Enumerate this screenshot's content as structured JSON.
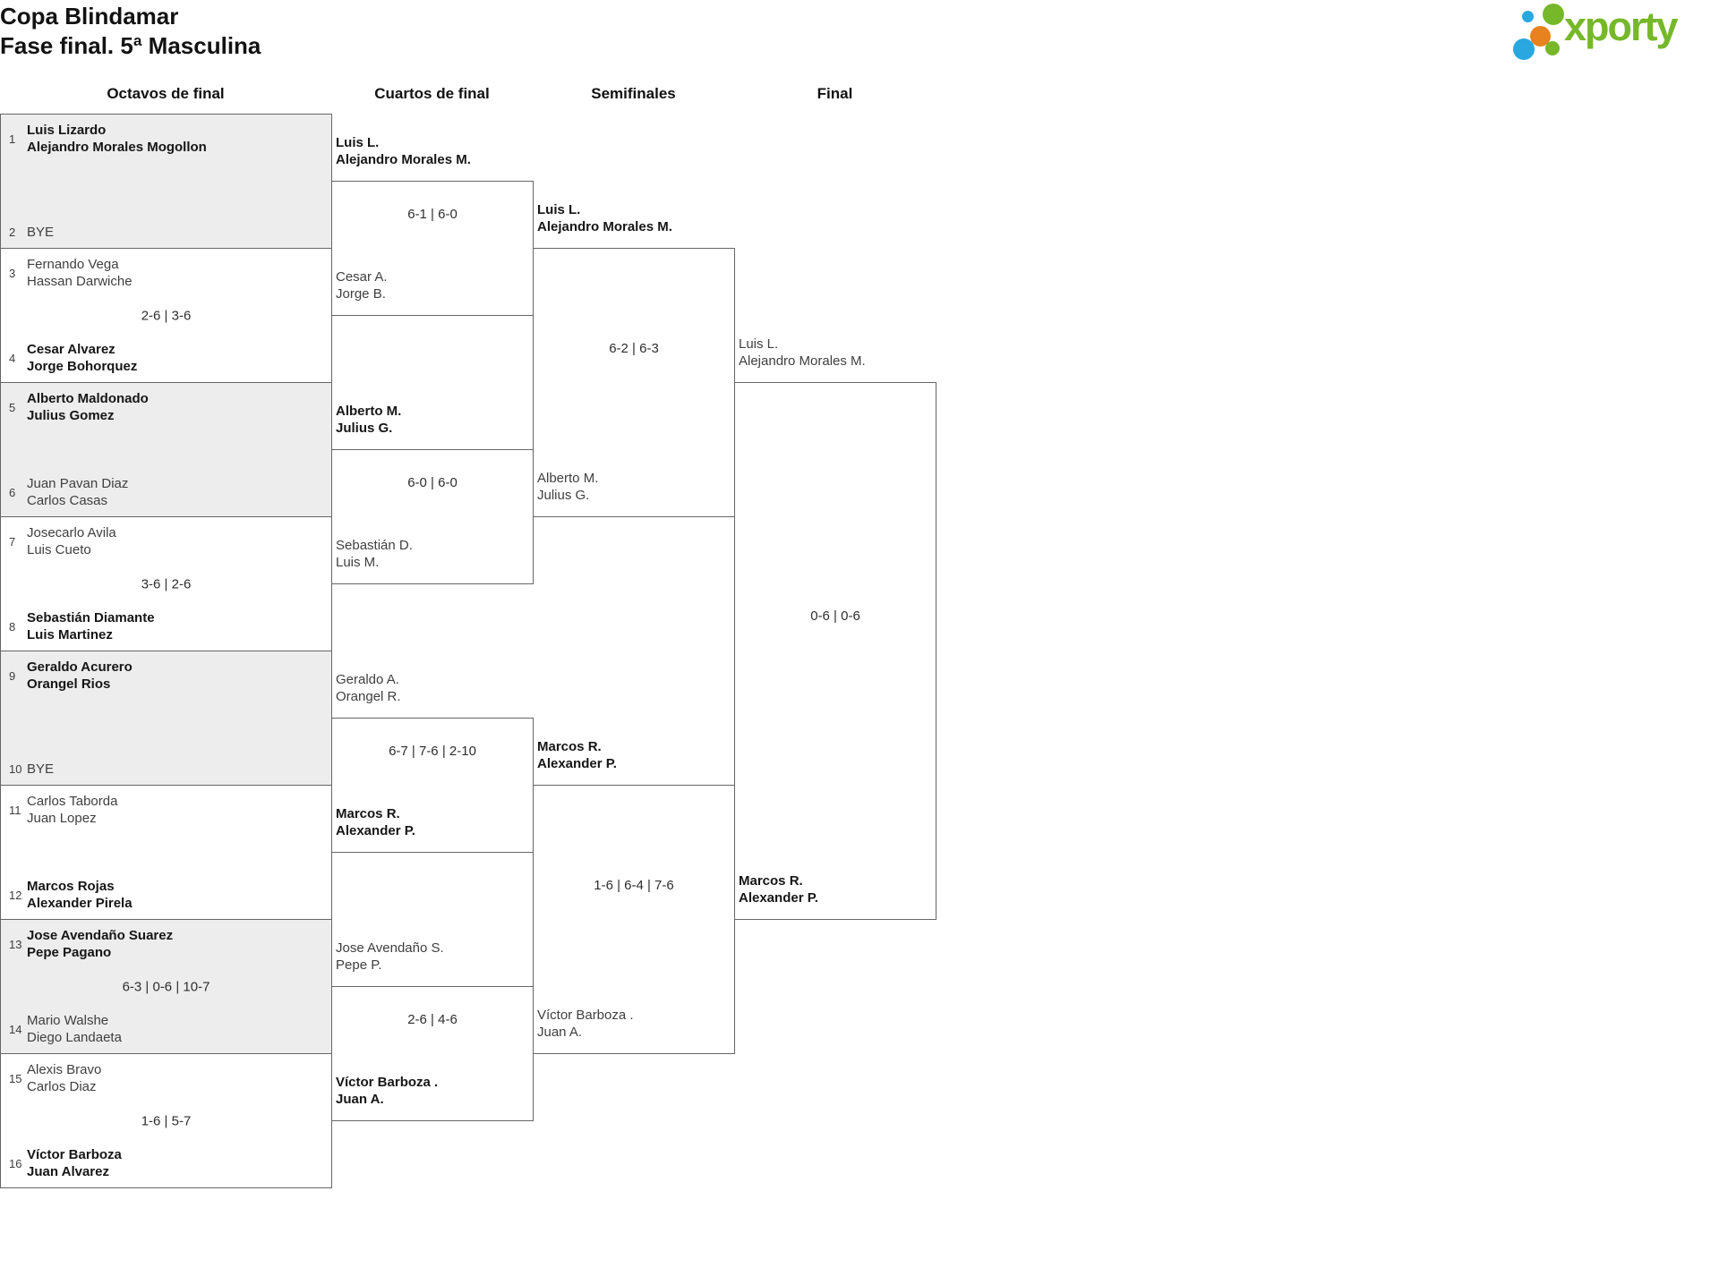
{
  "title": {
    "line1": "Copa Blindamar",
    "line2": "Fase final. 5ª Masculina"
  },
  "logo": {
    "text": "xporty",
    "green": "#76b82a",
    "blue": "#29a8e0",
    "orange": "#e8821f"
  },
  "rounds": {
    "r16": "Octavos de final",
    "qf": "Cuartos de final",
    "sf": "Semifinales",
    "f": "Final"
  },
  "octavos": [
    {
      "seed_a": "1",
      "team_a": [
        "Luis Lizardo",
        "Alejandro Morales Mogollon"
      ],
      "winner_a": true,
      "score": "",
      "seed_b": "2",
      "team_b": [
        "BYE"
      ],
      "winner_b": false
    },
    {
      "seed_a": "3",
      "team_a": [
        "Fernando Vega",
        "Hassan Darwiche"
      ],
      "winner_a": false,
      "score": "2-6 | 3-6",
      "seed_b": "4",
      "team_b": [
        "Cesar Alvarez",
        "Jorge Bohorquez"
      ],
      "winner_b": true
    },
    {
      "seed_a": "5",
      "team_a": [
        "Alberto Maldonado",
        "Julius Gomez"
      ],
      "winner_a": true,
      "score": "",
      "seed_b": "6",
      "team_b": [
        "Juan Pavan Diaz",
        "Carlos Casas"
      ],
      "winner_b": false
    },
    {
      "seed_a": "7",
      "team_a": [
        "Josecarlo Avila",
        "Luis Cueto"
      ],
      "winner_a": false,
      "score": "3-6 | 2-6",
      "seed_b": "8",
      "team_b": [
        "Sebastián Diamante",
        "Luis Martinez"
      ],
      "winner_b": true
    },
    {
      "seed_a": "9",
      "team_a": [
        "Geraldo Acurero",
        "Orangel Rios"
      ],
      "winner_a": true,
      "score": "",
      "seed_b": "10",
      "team_b": [
        "BYE"
      ],
      "winner_b": false
    },
    {
      "seed_a": "11",
      "team_a": [
        "Carlos Taborda",
        "Juan Lopez"
      ],
      "winner_a": false,
      "score": "",
      "seed_b": "12",
      "team_b": [
        "Marcos Rojas",
        "Alexander Pirela"
      ],
      "winner_b": true
    },
    {
      "seed_a": "13",
      "team_a": [
        "Jose Avendaño Suarez",
        "Pepe Pagano"
      ],
      "winner_a": true,
      "score": "6-3 | 0-6 | 10-7",
      "seed_b": "14",
      "team_b": [
        "Mario Walshe",
        "Diego Landaeta"
      ],
      "winner_b": false
    },
    {
      "seed_a": "15",
      "team_a": [
        "Alexis Bravo",
        "Carlos Diaz"
      ],
      "winner_a": false,
      "score": "1-6 | 5-7",
      "seed_b": "16",
      "team_b": [
        "Víctor Barboza",
        "Juan Alvarez"
      ],
      "winner_b": true
    }
  ],
  "cuartos": [
    {
      "team_a": [
        "Luis L.",
        "Alejandro Morales M."
      ],
      "winner_a": true,
      "score": "6-1 | 6-0",
      "team_b": [
        "Cesar A.",
        "Jorge B."
      ],
      "winner_b": false
    },
    {
      "team_a": [
        "Alberto M.",
        "Julius G."
      ],
      "winner_a": true,
      "score": "6-0 | 6-0",
      "team_b": [
        "Sebastián D.",
        "Luis M."
      ],
      "winner_b": false
    },
    {
      "team_a": [
        "Geraldo A.",
        "Orangel R."
      ],
      "winner_a": false,
      "score": "6-7 | 7-6 | 2-10",
      "team_b": [
        "Marcos R.",
        "Alexander P."
      ],
      "winner_b": true
    },
    {
      "team_a": [
        "Jose Avendaño S.",
        "Pepe P."
      ],
      "winner_a": false,
      "score": "2-6 | 4-6",
      "team_b": [
        "Víctor Barboza .",
        "Juan A."
      ],
      "winner_b": true
    }
  ],
  "semifinales": [
    {
      "team_a": [
        "Luis L.",
        "Alejandro Morales M."
      ],
      "winner_a": true,
      "score": "6-2 | 6-3",
      "team_b": [
        "Alberto M.",
        "Julius G."
      ],
      "winner_b": false
    },
    {
      "team_a": [
        "Marcos R.",
        "Alexander P."
      ],
      "winner_a": true,
      "score": "1-6 | 6-4 | 7-6",
      "team_b": [
        "Víctor Barboza .",
        "Juan A."
      ],
      "winner_b": false
    }
  ],
  "final": [
    {
      "team_a": [
        "Luis L.",
        "Alejandro Morales M."
      ],
      "winner_a": false,
      "score": "0-6 | 0-6",
      "team_b": [
        "Marcos R.",
        "Alexander P."
      ],
      "winner_b": true
    }
  ]
}
